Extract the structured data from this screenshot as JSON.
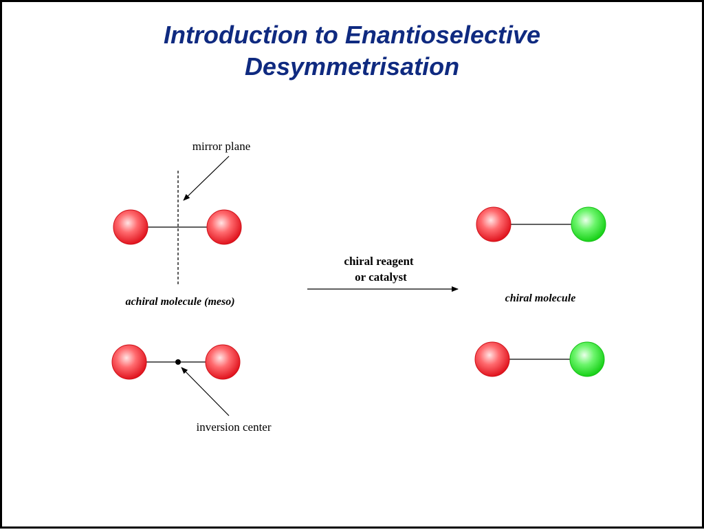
{
  "title": {
    "line1": "Introduction to Enantioselective",
    "line2": "Desymmetrisation"
  },
  "labels": {
    "mirror_plane": "mirror plane",
    "inversion_center": "inversion center",
    "achiral": "achiral molecule (meso)",
    "reagent_line1": "chiral reagent",
    "reagent_line2": "or catalyst",
    "chiral": "chiral molecule"
  },
  "colors": {
    "red_atom": "#e8202a",
    "green_atom": "#22dd22",
    "title": "#0f2a80",
    "frame": "#000000"
  }
}
